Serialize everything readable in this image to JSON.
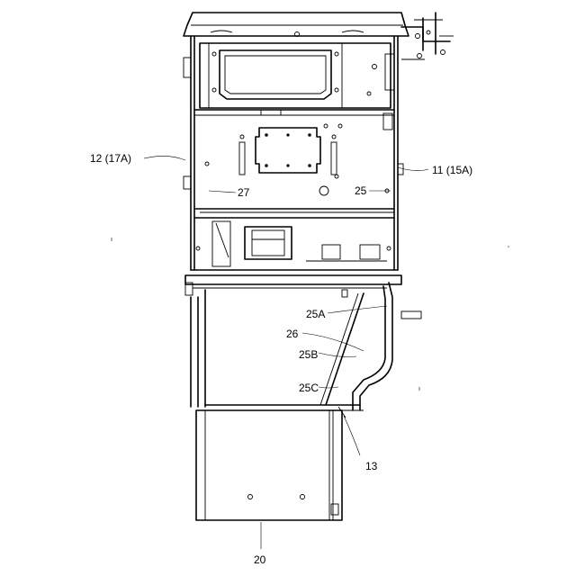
{
  "labels": {
    "l12": "12 (17A)",
    "l11": "11 (15A)",
    "l27": "27",
    "l25": "25",
    "l25a": "25A",
    "l26": "26",
    "l25b": "25B",
    "l25c": "25C",
    "l13": "13",
    "l20": "20"
  }
}
